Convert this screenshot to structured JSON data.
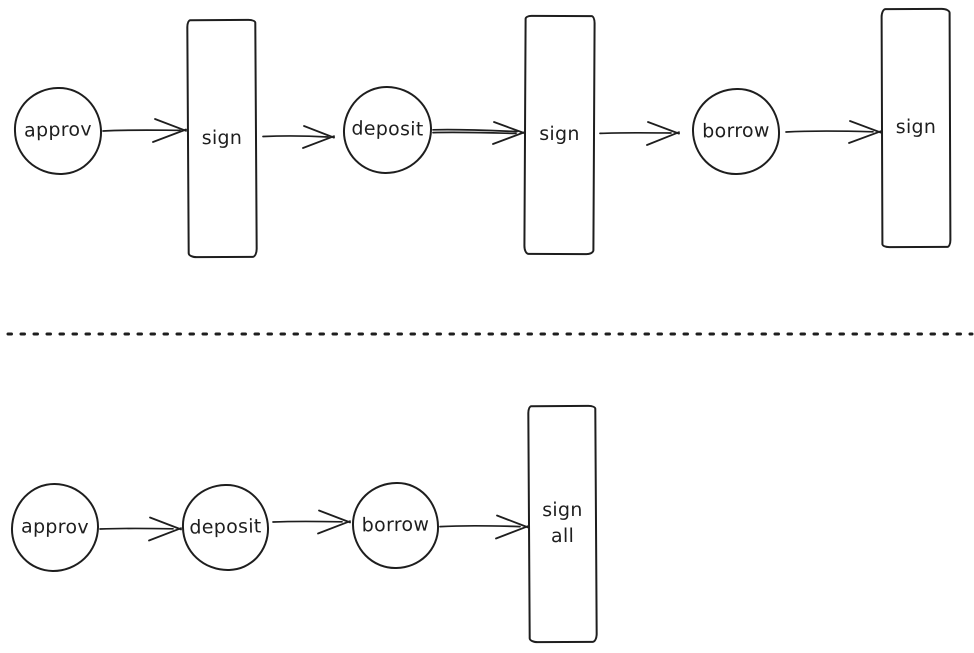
{
  "diagram": {
    "background_color": "#ffffff",
    "stroke_color": "#1e1e1e",
    "divider": {
      "style": "dotted-horizontal-line"
    },
    "flows": [
      {
        "name": "top-flow-sign-each-action",
        "nodes": [
          {
            "id": "approv-1",
            "shape": "circle",
            "label": "approv"
          },
          {
            "id": "sign-1",
            "shape": "rectangle",
            "label": "sign"
          },
          {
            "id": "deposit-1",
            "shape": "circle",
            "label": "deposit"
          },
          {
            "id": "sign-2",
            "shape": "rectangle",
            "label": "sign"
          },
          {
            "id": "borrow-1",
            "shape": "circle",
            "label": "borrow"
          },
          {
            "id": "sign-3",
            "shape": "rectangle",
            "label": "sign"
          }
        ],
        "edges": [
          {
            "from": "approv-1",
            "to": "sign-1"
          },
          {
            "from": "sign-1",
            "to": "deposit-1"
          },
          {
            "from": "deposit-1",
            "to": "sign-2"
          },
          {
            "from": "sign-2",
            "to": "borrow-1"
          },
          {
            "from": "borrow-1",
            "to": "sign-3"
          }
        ]
      },
      {
        "name": "bottom-flow-sign-all",
        "nodes": [
          {
            "id": "approv-2",
            "shape": "circle",
            "label": "approv"
          },
          {
            "id": "deposit-2",
            "shape": "circle",
            "label": "deposit"
          },
          {
            "id": "borrow-2",
            "shape": "circle",
            "label": "borrow"
          },
          {
            "id": "sign-all",
            "shape": "rectangle",
            "label": "sign all"
          }
        ],
        "edges": [
          {
            "from": "approv-2",
            "to": "deposit-2"
          },
          {
            "from": "deposit-2",
            "to": "borrow-2"
          },
          {
            "from": "borrow-2",
            "to": "sign-all"
          }
        ]
      }
    ]
  }
}
